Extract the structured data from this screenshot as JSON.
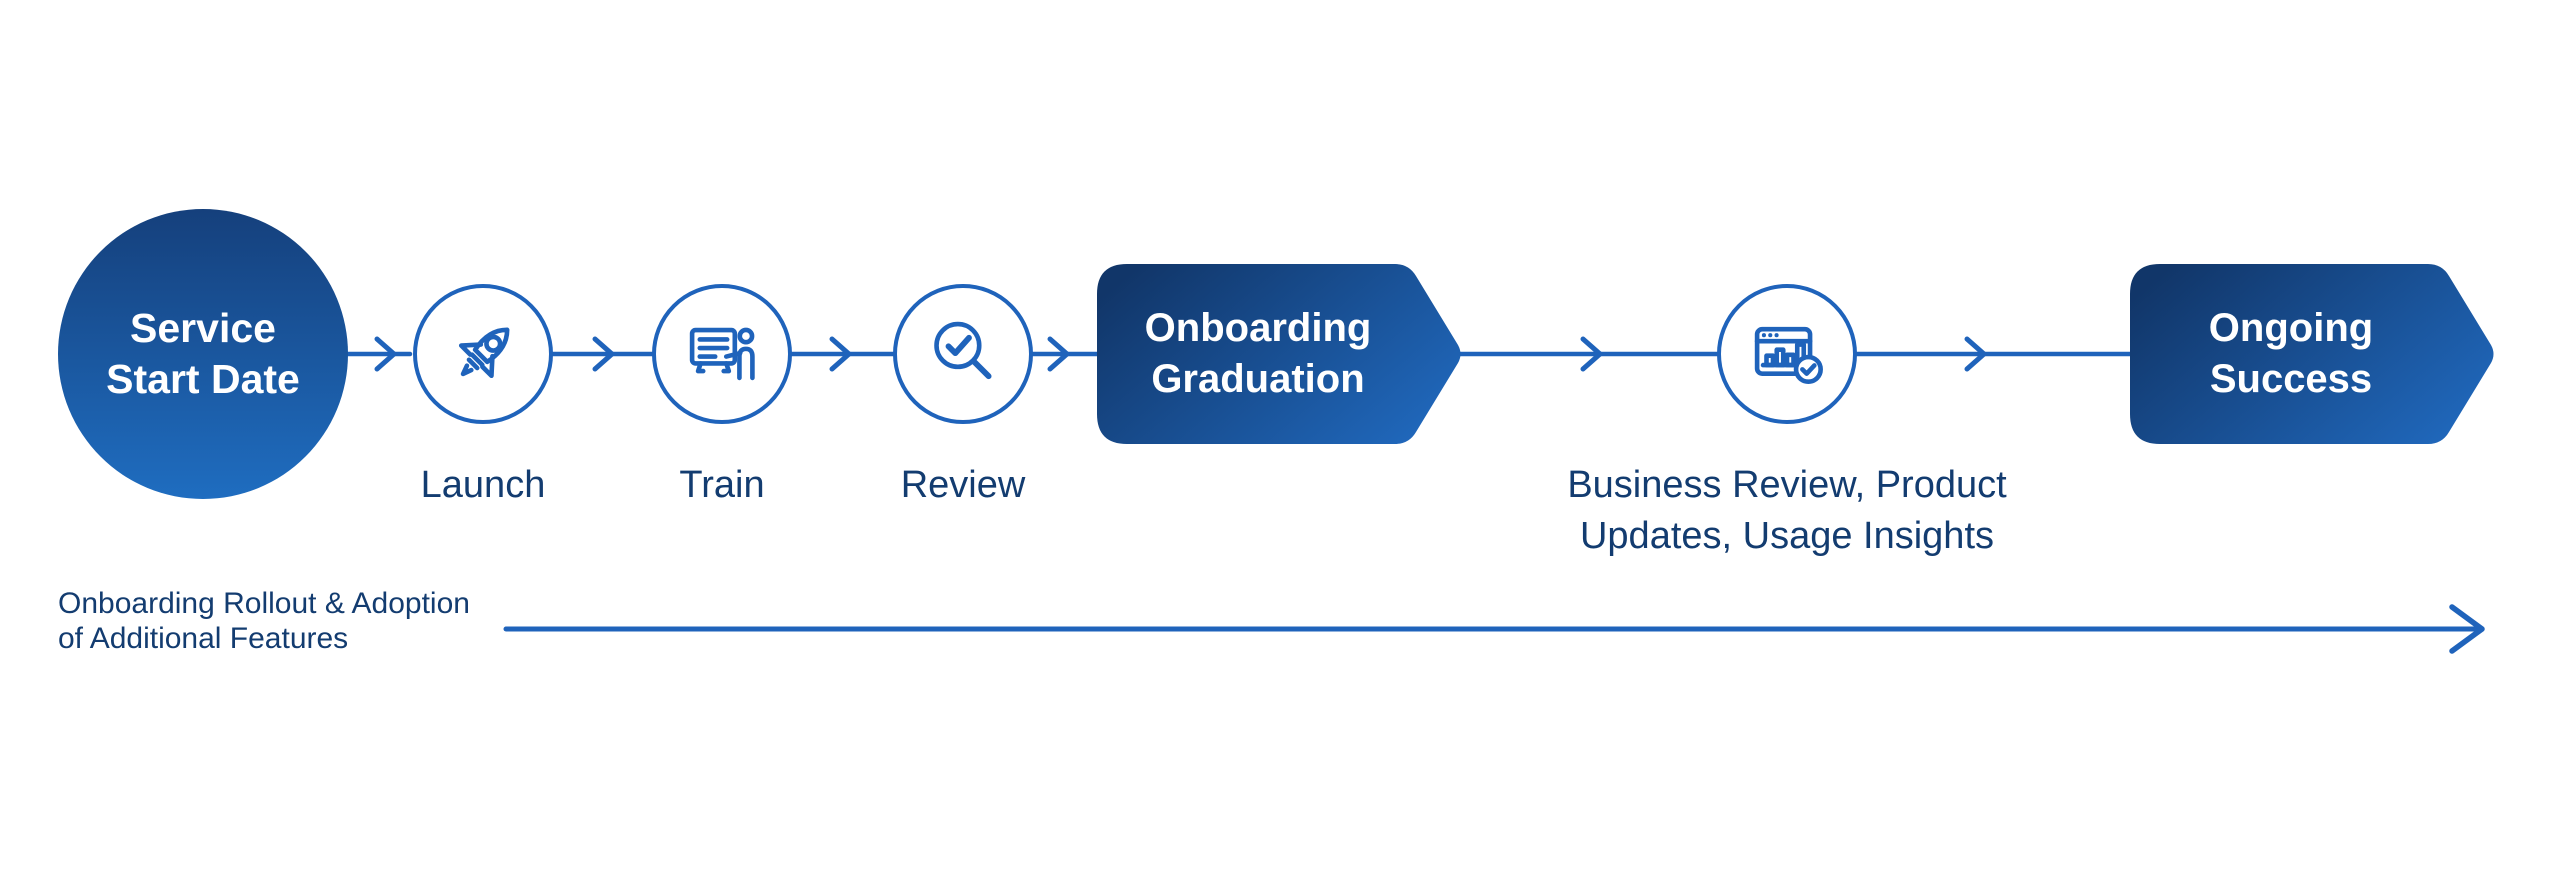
{
  "palette": {
    "accent_blue": "#1F63BB",
    "navy_text": "#133C70",
    "gradient_dark": "#15407C",
    "gradient_light": "#1F6DC0",
    "background": "#FFFFFF",
    "shape_text": "#FFFFFF"
  },
  "diagram": {
    "start_node": {
      "label": "Service\nStart Date"
    },
    "steps": [
      {
        "label": "Launch",
        "icon": "rocket-icon"
      },
      {
        "label": "Train",
        "icon": "training-presentation-icon"
      },
      {
        "label": "Review",
        "icon": "magnifier-check-icon"
      }
    ],
    "graduation_node": {
      "label": "Onboarding\nGraduation"
    },
    "success_step": {
      "label": "Business Review, Product\nUpdates, Usage Insights",
      "icon": "analytics-browser-icon"
    },
    "end_node": {
      "label": "Ongoing\nSuccess"
    },
    "timeline": {
      "label": "Onboarding Rollout & Adoption\nof Additional Features"
    }
  }
}
